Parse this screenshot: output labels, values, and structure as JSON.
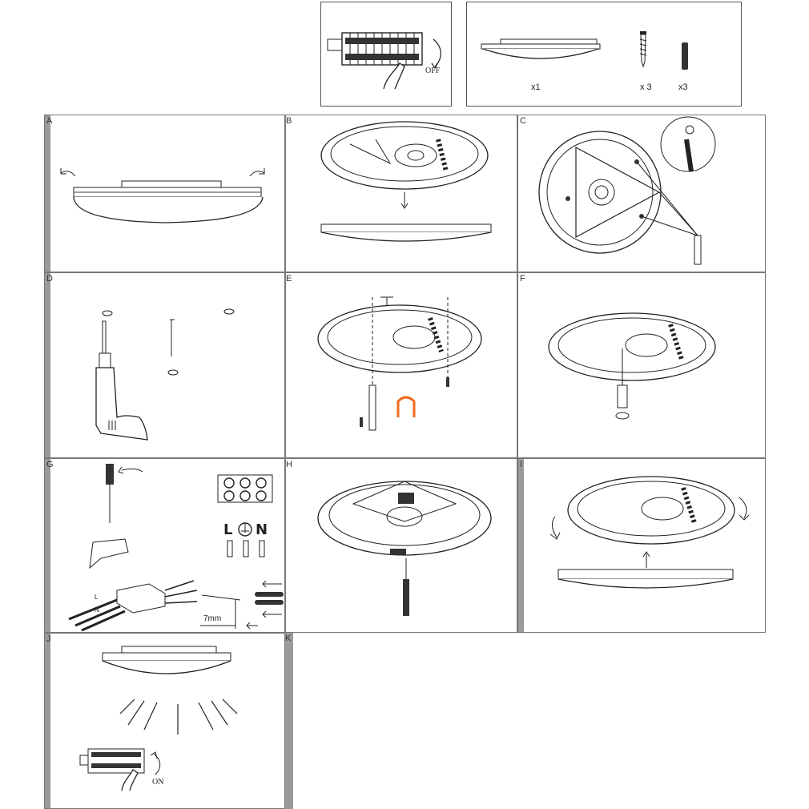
{
  "header": {
    "switch_off_label": "OFF",
    "parts": {
      "lamp_qty": "x1",
      "screw_qty": "x 3",
      "anchor_qty": "x3"
    }
  },
  "steps": [
    {
      "letter": "A"
    },
    {
      "letter": "B"
    },
    {
      "letter": "C"
    },
    {
      "letter": "D"
    },
    {
      "letter": "E"
    },
    {
      "letter": "F"
    },
    {
      "letter": "G"
    },
    {
      "letter": "H"
    },
    {
      "letter": "I"
    },
    {
      "letter": "J"
    },
    {
      "letter": "K"
    }
  ],
  "wiring": {
    "terminal_L": "L",
    "terminal_N": "N",
    "wire_tag_L": "L",
    "wire_tag_N": "N",
    "strip_length": "7mm"
  },
  "final": {
    "switch_on_label": "ON"
  },
  "colors": {
    "accent_orange": "#ee6a1d",
    "line": "#222222"
  }
}
